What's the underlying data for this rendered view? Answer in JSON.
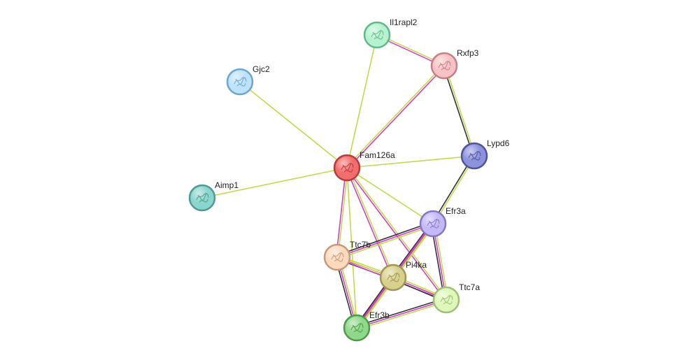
{
  "network": {
    "nodes": [
      {
        "id": "fam126a",
        "label": "Fam126a",
        "color": "#f26d6d",
        "border": "#b83b3b"
      },
      {
        "id": "il1rapl2",
        "label": "Il1rapl2",
        "color": "#b6f2cf",
        "border": "#5fb989"
      },
      {
        "id": "rxfp3",
        "label": "Rxfp3",
        "color": "#f6c2c5",
        "border": "#c67f84"
      },
      {
        "id": "gjc2",
        "label": "Gjc2",
        "color": "#bde3fb",
        "border": "#6ea5cb"
      },
      {
        "id": "lypd6",
        "label": "Lypd6",
        "color": "#8c92dc",
        "border": "#4e549b"
      },
      {
        "id": "aimp1",
        "label": "Aimp1",
        "color": "#8ad5cd",
        "border": "#4f9b93"
      },
      {
        "id": "efr3a",
        "label": "Efr3a",
        "color": "#c4b8f7",
        "border": "#8678bf"
      },
      {
        "id": "ttc7b",
        "label": "Ttc7b",
        "color": "#fbd9bd",
        "border": "#c6997a"
      },
      {
        "id": "pi4ka",
        "label": "Pi4ka",
        "color": "#d8d18d",
        "border": "#9f9753"
      },
      {
        "id": "ttc7a",
        "label": "Ttc7a",
        "color": "#dff7b9",
        "border": "#9fbe76"
      },
      {
        "id": "efr3b",
        "label": "Efr3b",
        "color": "#8fd889",
        "border": "#4e9a48"
      }
    ],
    "edges": [
      {
        "from": "fam126a",
        "to": "il1rapl2",
        "evidence": [
          "textmining"
        ]
      },
      {
        "from": "fam126a",
        "to": "rxfp3",
        "evidence": [
          "textmining",
          "experimental"
        ]
      },
      {
        "from": "fam126a",
        "to": "gjc2",
        "evidence": [
          "textmining"
        ]
      },
      {
        "from": "fam126a",
        "to": "lypd6",
        "evidence": [
          "textmining"
        ]
      },
      {
        "from": "fam126a",
        "to": "aimp1",
        "evidence": [
          "textmining"
        ]
      },
      {
        "from": "fam126a",
        "to": "efr3a",
        "evidence": [
          "textmining"
        ]
      },
      {
        "from": "fam126a",
        "to": "ttc7b",
        "evidence": [
          "textmining",
          "experimental"
        ]
      },
      {
        "from": "fam126a",
        "to": "pi4ka",
        "evidence": [
          "textmining",
          "experimental"
        ]
      },
      {
        "from": "fam126a",
        "to": "ttc7a",
        "evidence": [
          "textmining",
          "experimental"
        ]
      },
      {
        "from": "fam126a",
        "to": "efr3b",
        "evidence": [
          "textmining"
        ]
      },
      {
        "from": "il1rapl2",
        "to": "rxfp3",
        "evidence": [
          "textmining",
          "experimental"
        ]
      },
      {
        "from": "rxfp3",
        "to": "lypd6",
        "evidence": [
          "textmining",
          "coexpression"
        ]
      },
      {
        "from": "lypd6",
        "to": "efr3a",
        "evidence": [
          "textmining",
          "coexpression"
        ]
      },
      {
        "from": "efr3a",
        "to": "ttc7b",
        "evidence": [
          "textmining",
          "experimental",
          "coexpression"
        ]
      },
      {
        "from": "efr3a",
        "to": "pi4ka",
        "evidence": [
          "textmining",
          "experimental",
          "coexpression"
        ]
      },
      {
        "from": "efr3a",
        "to": "ttc7a",
        "evidence": [
          "textmining",
          "experimental",
          "coexpression"
        ]
      },
      {
        "from": "efr3a",
        "to": "efr3b",
        "evidence": [
          "textmining",
          "experimental"
        ]
      },
      {
        "from": "ttc7b",
        "to": "pi4ka",
        "evidence": [
          "textmining",
          "experimental",
          "coexpression"
        ]
      },
      {
        "from": "ttc7b",
        "to": "efr3b",
        "evidence": [
          "textmining",
          "experimental",
          "coexpression"
        ]
      },
      {
        "from": "ttc7b",
        "to": "ttc7a",
        "evidence": [
          "textmining",
          "experimental"
        ]
      },
      {
        "from": "pi4ka",
        "to": "efr3b",
        "evidence": [
          "textmining",
          "experimental",
          "coexpression"
        ]
      },
      {
        "from": "pi4ka",
        "to": "ttc7a",
        "evidence": [
          "textmining",
          "experimental",
          "coexpression"
        ]
      },
      {
        "from": "ttc7a",
        "to": "efr3b",
        "evidence": [
          "textmining",
          "experimental",
          "coexpression"
        ]
      }
    ],
    "evidence_colors": {
      "textmining": "#c3d94a",
      "experimental": "#d040c8",
      "coexpression": "#333333"
    }
  }
}
